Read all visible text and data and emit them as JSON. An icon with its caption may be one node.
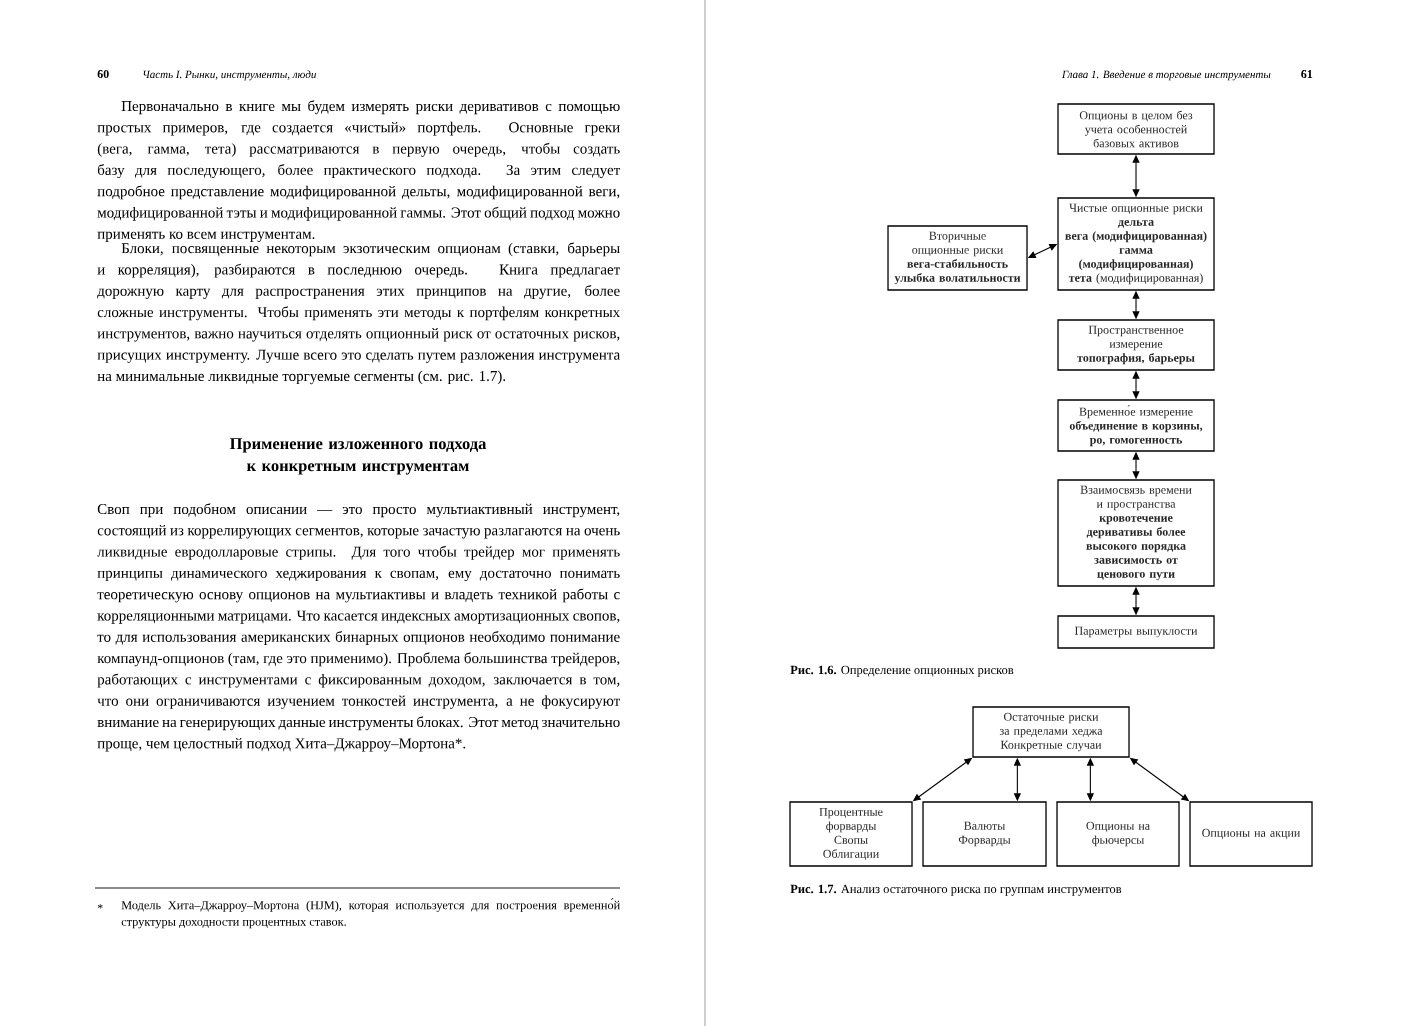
{
  "diagram": {
    "nodes": [
      {
        "text": [
          "Опционы в целом без учета особенностей базовых активов"
        ]
      },
      {
        "text": [
          "Вторичные опционные риски",
          "вега-стабильность",
          "улыбка волатильности"
        ]
      },
      {
        "text": [
          "Чистые опционные риски",
          "дельта",
          "вега (модифицированная)",
          "гамма (модифицированная)",
          "**тета** (модифицированная)"
        ]
      },
      {
        "text": [
          "Пространственное измерение",
          "топография, барьеры"
        ]
      },
      {
        "text": [
          "Временно́е измерение",
          "объединение в корзины, ро, гомогенность"
        ]
      },
      {
        "text": [
          "Взаимосвязь времени и пространства",
          "кровотечение",
          "деривативы более высокого порядка",
          "зависимость от ценового пути"
        ]
      },
      {
        "text": [
          "Параметры выпуклости"
        ]
      },
      {
        "text": [
          "Остаточные риски за пределами хеджа",
          "Конкретные случаи"
        ]
      },
      {
        "text": [
          "Процентные форварды",
          "Свопы",
          "Облигации"
        ]
      },
      {
        "text": [
          "Валюты",
          "Форварды"
        ]
      },
      {
        "text": [
          "Опционы на фьючерсы"
        ]
      },
      {
        "text": [
          "Опционы на акции"
        ]
      }
    ],
    "edges": [
      {
        "from": 0,
        "to": 2,
        "arrow": "both"
      },
      {
        "from": 1,
        "to": 2,
        "arrow": "both"
      },
      {
        "from": 2,
        "to": 3,
        "arrow": "both"
      },
      {
        "from": 3,
        "to": 4,
        "arrow": "both"
      },
      {
        "from": 4,
        "to": 5,
        "arrow": "both"
      },
      {
        "from": 5,
        "to": 6,
        "arrow": "both"
      },
      {
        "from": 7,
        "to": 8,
        "arrow": "both"
      },
      {
        "from": 7,
        "to": 9,
        "arrow": "both"
      },
      {
        "from": 7,
        "to": 10,
        "arrow": "both"
      },
      {
        "from": 7,
        "to": 11,
        "arrow": "both"
      }
    ],
    "labels": [
      "60",
      "Часть I. Рынки, инструменты, люди",
      "Первоначально в книге мы будем измерять риски деривативов с помощью простых примеров, где создается «чистый» портфель. Основные греки (вега, гамма, тета) рассматриваются в первую очередь, чтобы создать базу для последующего, более практического подхода. За этим следует подробное представление модифицированной дельты, модифицированной веги, модифицированной тэты и модифицированной гаммы. Этот общий подход можно применять ко всем инструментам.",
      "Блоки, посвященные некоторым экзотическим опционам (ставки, барьеры и корреляция), разбираются в последнюю очередь. Книга предлагает дорожную карту для распространения этих принципов на другие, более сложные инструменты. Чтобы применять эти методы к портфелям конкретных инструментов, важно научиться отделять опционный риск от остаточных рисков, присущих инструменту. Лучше всего это сделать путем разложения инструмента на минимальные ликвидные торгуемые сегменты (см. рис. 1.7).",
      "Применение изложенного подхода к конкретным инструментам",
      "Своп при подобном описании — это просто мультиактивный инструмент, состоящий из коррелирующих сегментов, которые зачастую разлагаются на очень ликвидные евродолларовые стрипы. Для того чтобы трейдер мог применять принципы динамического хеджирования к свопам, ему достаточно понимать теоретическую основу опционов на мультиактивы и владеть техникой работы с корреляционными матрицами. Что касается индексных амортизационных свопов, то для использования американских бинарных опционов необходимо понимание компаунд-опционов (там, где это применимо). Проблема большинства трейдеров, работающих с инструментами с фиксированным доходом, заключается в том, что они ограничиваются изучением тонкостей инструмента, а не фокусируют внимание на генерирующих данные инструменты блоках. Этот метод значительно проще, чем целостный подход Хита–Джарроу–Мортона*.",
      "*",
      "Модель Хита–Джарроу–Мортона (HJM), которая используется для построения временно́й структуры доходности процентных ставок.",
      "Глава 1. Введение в торговые инструменты",
      "61",
      "**Рис. 1.6.** Определение опционных рисков",
      "**Рис. 1.7.** Анализ остаточного риска по группам инструментов"
    ]
  }
}
